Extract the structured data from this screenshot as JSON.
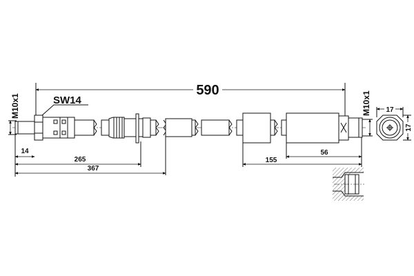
{
  "drawing": {
    "overall_length": "590",
    "thread_left": "M10x1",
    "thread_right": "M10x1",
    "wrench_size": "SW14",
    "dimensions": {
      "d14": "14",
      "d265": "265",
      "d367": "367",
      "d155": "155",
      "d56": "56"
    },
    "end_view": {
      "width": "17",
      "height": "17"
    }
  }
}
